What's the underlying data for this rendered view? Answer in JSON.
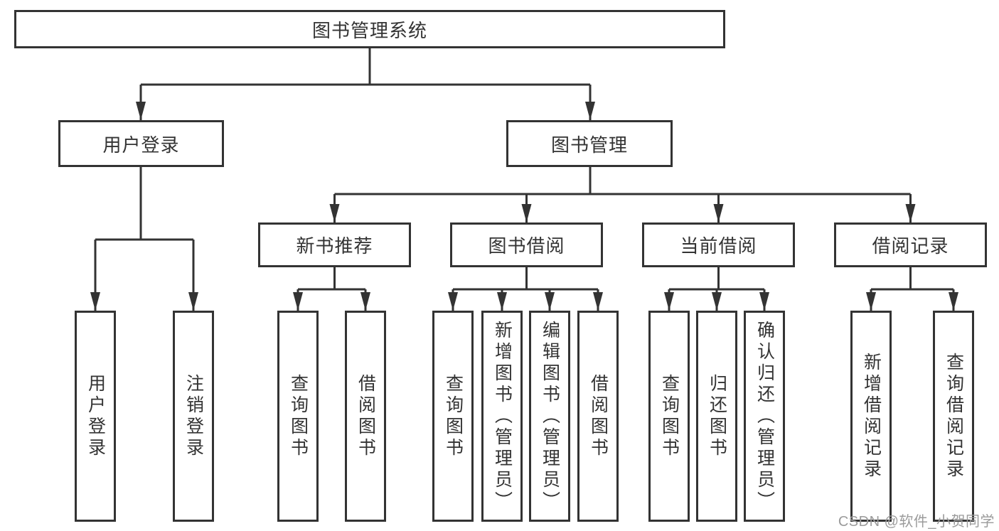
{
  "tree": {
    "root": "图书管理系统",
    "branches": [
      {
        "label": "用户登录",
        "children": [
          "用户登录",
          "注销登录"
        ]
      },
      {
        "label": "图书管理",
        "sections": [
          {
            "label": "新书推荐",
            "children": [
              "查询图书",
              "借阅图书"
            ]
          },
          {
            "label": "图书借阅",
            "children": [
              "查询图书",
              "新增图书（管理员）",
              "编辑图书（管理员）",
              "借阅图书"
            ]
          },
          {
            "label": "当前借阅",
            "children": [
              "查询图书",
              "归还图书",
              "确认归还（管理员）"
            ]
          },
          {
            "label": "借阅记录",
            "children": [
              "新增借阅记录",
              "查询借阅记录"
            ]
          }
        ]
      }
    ]
  },
  "watermark": "CSDN @软件_小贺同学",
  "colors": {
    "line": "#333333",
    "text": "#333333",
    "box_bg": "#ffffff",
    "watermark": "#9b9b9b",
    "background": "#ffffff"
  }
}
